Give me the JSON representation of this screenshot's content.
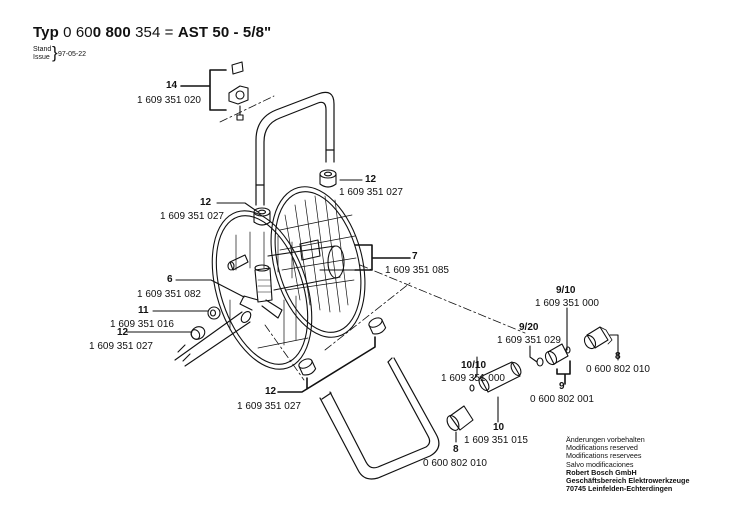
{
  "header": {
    "typ_label": "Typ",
    "number_prefix": "0 60",
    "number_bold_a": "0 800",
    "number_suffix": " 354 =",
    "model": "AST 50 - 5/8\"",
    "stand_label": "Stand",
    "issue_label": "Issue",
    "date": "97-05-22"
  },
  "callouts": [
    {
      "id": "14",
      "ref": "14",
      "part": "1 609 351 020"
    },
    {
      "id": "12a",
      "ref": "12",
      "part": "1 609 351 027"
    },
    {
      "id": "12b",
      "ref": "12",
      "part": "1 609 351 027"
    },
    {
      "id": "7",
      "ref": "7",
      "part": "1 609 351 085"
    },
    {
      "id": "6",
      "ref": "6",
      "part": "1 609 351 082"
    },
    {
      "id": "11",
      "ref": "11",
      "part": "1 609 351 016"
    },
    {
      "id": "12c",
      "ref": "12",
      "part": "1 609 351 027"
    },
    {
      "id": "12d",
      "ref": "12",
      "part": "1 609 351 027"
    },
    {
      "id": "9_10",
      "ref": "9/10",
      "part": "1 609 351 000"
    },
    {
      "id": "9_20",
      "ref": "9/20",
      "part": "1 609 351 029"
    },
    {
      "id": "8a",
      "ref": "8",
      "part": "0 600 802 010"
    },
    {
      "id": "9",
      "ref": "9",
      "part": "0 600 802 001"
    },
    {
      "id": "10_10",
      "ref": "10/10",
      "part": "1 609 351 000"
    },
    {
      "id": "10",
      "ref": "10",
      "part": "1 609 351 015"
    },
    {
      "id": "8b",
      "ref": "8",
      "part": "0 600 802 010"
    }
  ],
  "notes": [
    "Änderungen vorbehalten",
    "Modifications reserved",
    "Modifications reservees",
    "Salvo modificaciones"
  ],
  "company": [
    "Robert Bosch GmbH",
    "Geschäftsbereich Elektrowerkzeuge",
    "70745 Leinfelden-Echterdingen"
  ]
}
